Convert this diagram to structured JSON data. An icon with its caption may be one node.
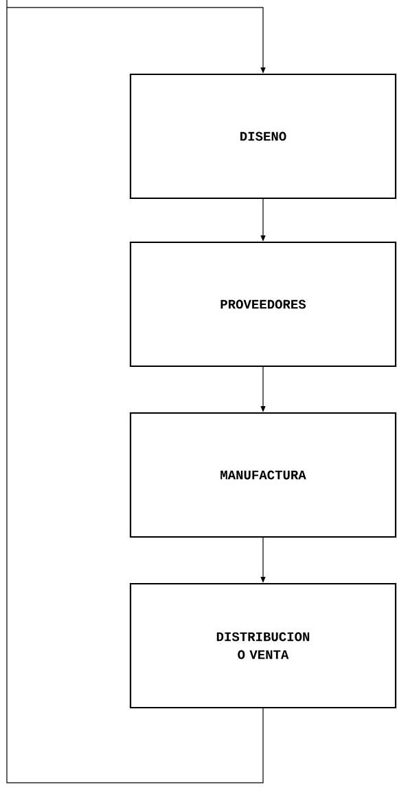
{
  "diagram": {
    "nodes": [
      {
        "text": [
          "DISENO"
        ]
      },
      {
        "text": [
          "PROVEEDORES"
        ]
      },
      {
        "text": [
          "MANUFACTURA"
        ]
      },
      {
        "text": [
          "DISTRIBUCION O VENTA"
        ]
      }
    ],
    "edges": [
      {
        "from": 0,
        "to": 1,
        "arrow": "to"
      },
      {
        "from": 1,
        "to": 2,
        "arrow": "to"
      },
      {
        "from": 2,
        "to": 3,
        "arrow": "to"
      },
      {
        "from": 3,
        "to": 0,
        "arrow": "to"
      }
    ]
  }
}
